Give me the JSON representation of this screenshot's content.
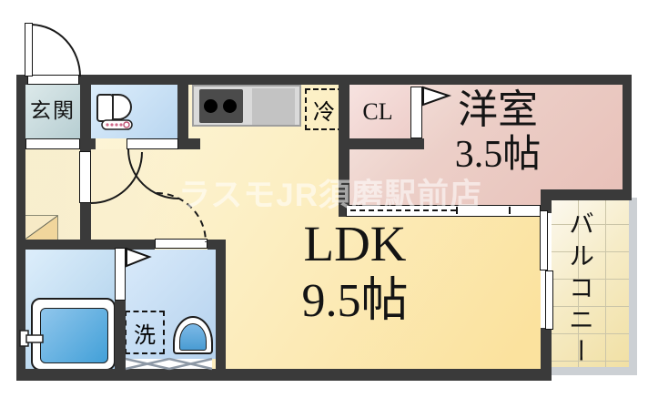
{
  "watermark": {
    "text": "ラスモJR須磨駅前店"
  },
  "rooms": {
    "genkan": {
      "label": "玄関"
    },
    "closet": {
      "label": "CL"
    },
    "western": {
      "name": "洋室",
      "size": "3.5帖"
    },
    "ldk": {
      "name": "LDK",
      "size": "9.5帖"
    },
    "fridge": {
      "label": "冷"
    },
    "laundry": {
      "label": "洗"
    },
    "balcony": {
      "label": "バルコニー"
    }
  },
  "colors": {
    "wall": "#3a3a3a",
    "ldk_floor": "#fbe29e",
    "western_floor": "#e8c0b8",
    "wet_area_floor": "#b9d6f0",
    "genkan_floor": "#b7ced2",
    "balcony_floor": "#f1e0a4",
    "bathtub": "#42a0d8",
    "counter": "#dadada"
  }
}
